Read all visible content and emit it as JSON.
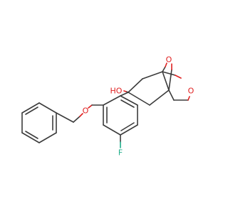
{
  "molecule": {
    "labels": {
      "bridge_oxygen": "O",
      "ring_oxygen": "O",
      "ether_oxygen": "O",
      "hydroxyl": "HO",
      "fluorine": "F"
    },
    "colors": {
      "bond": "#3c3c3c",
      "oxygen": "#e02020",
      "fluorine": "#1fae8a"
    }
  }
}
